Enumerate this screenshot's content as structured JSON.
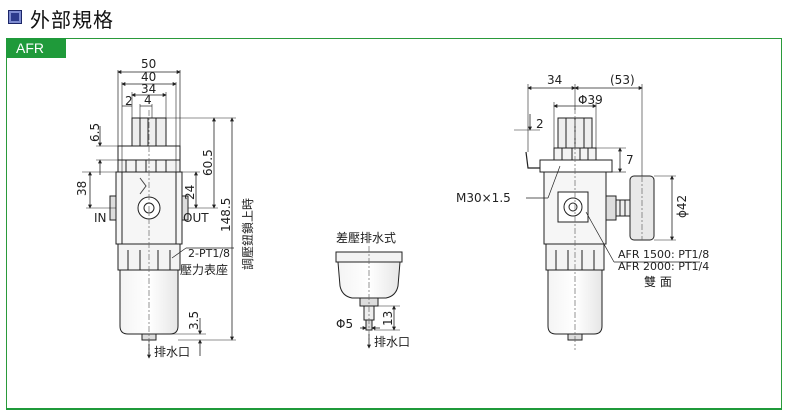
{
  "header": {
    "title": "外部規格",
    "model_tag": "AFR"
  },
  "left_view": {
    "dim_top": [
      "50",
      "40",
      "34",
      "2",
      "4"
    ],
    "dim_65": "6.5",
    "dim_38": "38",
    "dim_605": "60.5",
    "dim_24": "24",
    "dim_1485": "148.5",
    "dim_35": "3.5",
    "knob_note": "調壓鈕鎖上時",
    "port_in": "IN",
    "port_out": "OUT",
    "gauge_port": "2-PT1/8",
    "gauge_port_note": "壓力表座",
    "drain": "排水口"
  },
  "middle_view": {
    "title": "差壓排水式",
    "dim_13": "13",
    "dim_phi5": "Φ5",
    "drain": "排水口"
  },
  "right_view": {
    "dim_34": "34",
    "dim_53": "(53)",
    "dim_phi39": "Φ39",
    "dim_2": "2",
    "dim_7": "7",
    "thread": "M30×1.5",
    "dim_phi42": "ϕ42",
    "port_1500": "AFR 1500: PT1/8",
    "port_2000": "AFR 2000: PT1/4",
    "both_sides": "雙 面"
  }
}
